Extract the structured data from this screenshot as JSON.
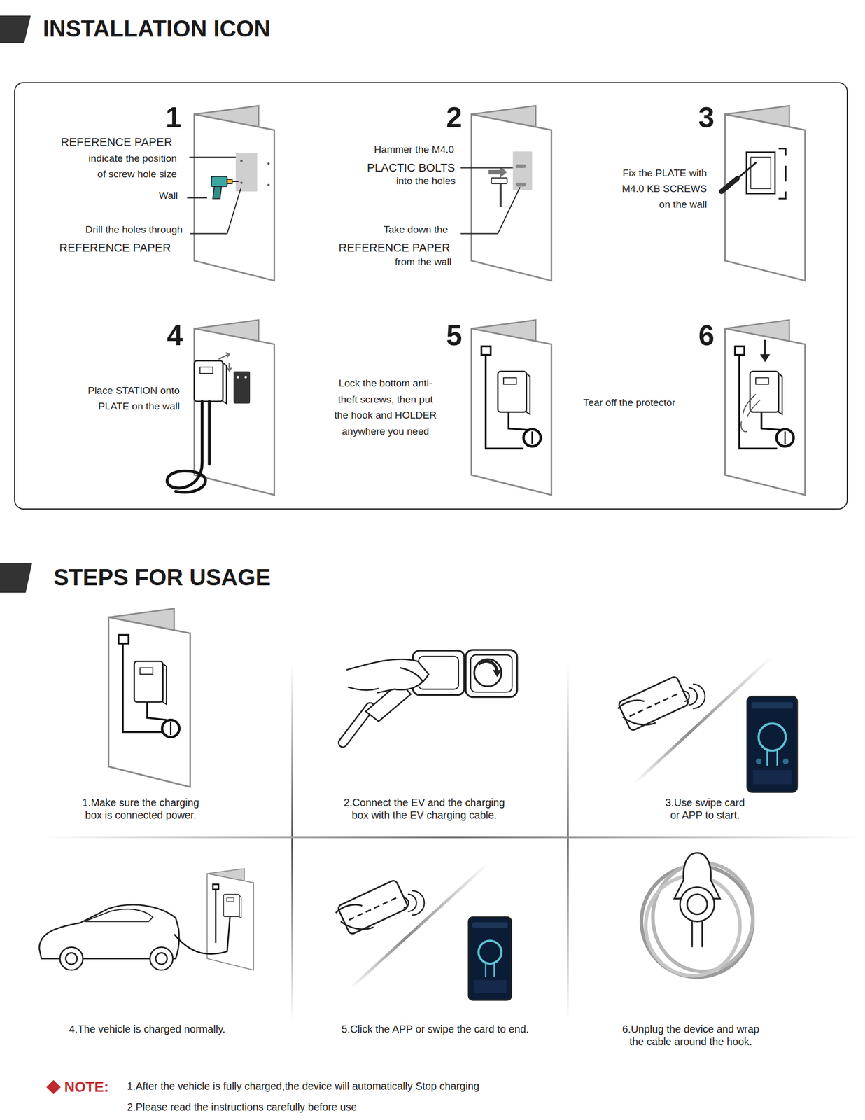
{
  "diagram": {
    "nodes": [
      {
        "text": [
          "1",
          "REFERENCE PAPER",
          "indicate the position of screw hole size",
          "Wall",
          "Drill the holes through",
          "REFERENCE PAPER",
          "2",
          "Hammer the M4.0",
          "PLACTIC BOLTS",
          "into the holes",
          "Take down the",
          "REFERENCE PAPER",
          "from the wall",
          "3",
          "Fix the PLATE with M4.0 KB SCREWS on the wall",
          "4",
          "Place STATION onto PLATE on the wall",
          "5",
          "Lock the bottom anti-theft screws, then put the hook and HOLDER anywhere you need",
          "6",
          "Tear off the protector"
        ]
      }
    ],
    "labels": [
      "INSTALLATION ICON",
      "STEPS FOR USAGE",
      "1.Make sure the charging box is connected power.",
      "2.Connect the EV and the charging box with the EV charging cable.",
      "3.Use swipe card or APP to start.",
      "4.The vehicle is charged normally.",
      "5.Click the APP or swipe the card to end.",
      "6.Unplug the device and wrap the cable around the hook.",
      "NOTE:",
      "1.After the vehicle is fully charged,the device will automatically Stop charging",
      "2.Please read the instructions carefully before use"
    ]
  }
}
